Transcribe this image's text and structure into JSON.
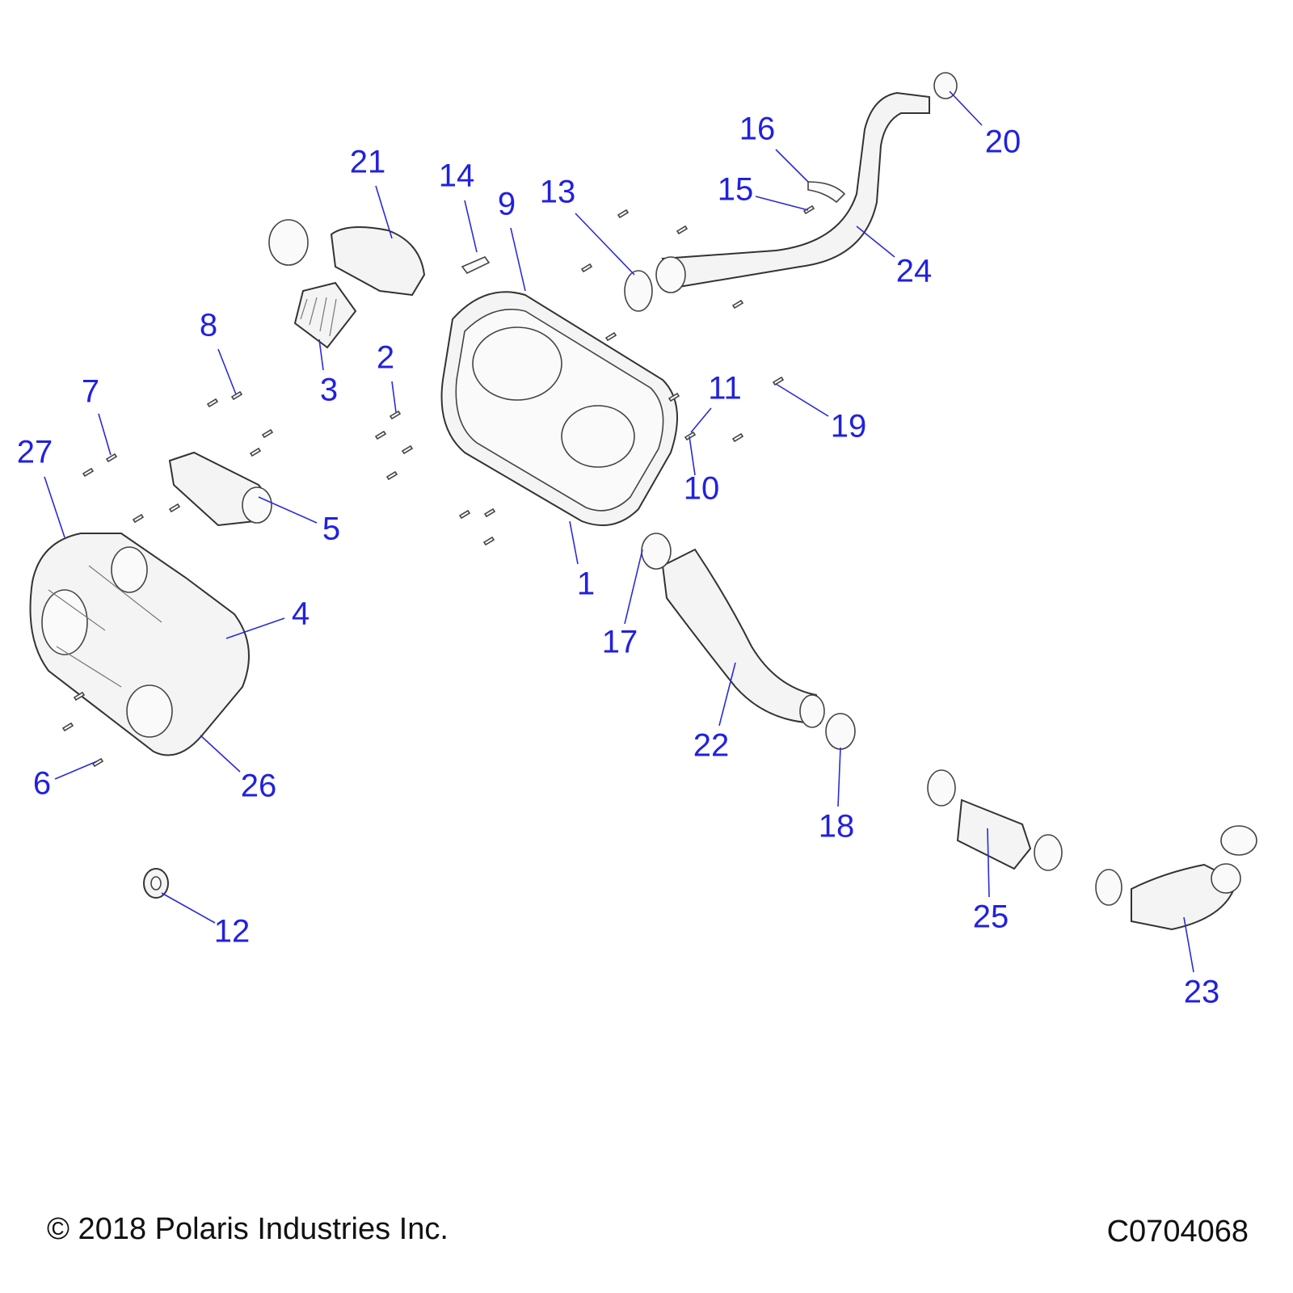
{
  "diagram": {
    "callouts": [
      "1",
      "2",
      "3",
      "4",
      "5",
      "6",
      "7",
      "8",
      "9",
      "10",
      "11",
      "12",
      "13",
      "14",
      "15",
      "16",
      "17",
      "18",
      "19",
      "20",
      "21",
      "22",
      "23",
      "24",
      "25",
      "26",
      "27"
    ]
  },
  "footer": {
    "copyright": "© 2018 Polaris Industries Inc.",
    "drawing_number": "C0704068"
  },
  "colors": {
    "callout": "#2121e0",
    "leader": "#2b2bd9",
    "part_stroke": "#333333"
  }
}
